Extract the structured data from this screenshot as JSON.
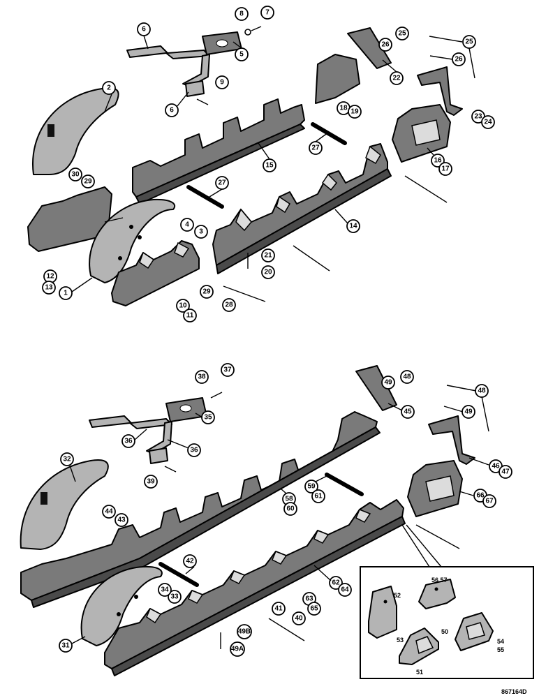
{
  "figure_id": "867164D",
  "top_callouts": [
    "1",
    "2",
    "3",
    "4",
    "5",
    "6",
    "6",
    "7",
    "8",
    "9",
    "10",
    "11",
    "12",
    "13",
    "14",
    "15",
    "16",
    "17",
    "18",
    "19",
    "20",
    "21",
    "22",
    "23",
    "24",
    "25",
    "25",
    "26",
    "26",
    "27",
    "27",
    "28",
    "29",
    "29",
    "30"
  ],
  "bottom_callouts": [
    "31",
    "32",
    "33",
    "34",
    "35",
    "36",
    "36",
    "37",
    "38",
    "39",
    "40",
    "41",
    "42",
    "43",
    "44",
    "45",
    "46",
    "47",
    "48",
    "48",
    "49",
    "49",
    "49A",
    "49B",
    "58",
    "59",
    "60",
    "61",
    "62",
    "63",
    "64",
    "65",
    "66",
    "67"
  ],
  "inset_labels": [
    "50",
    "51",
    "52",
    "53",
    "54",
    "55",
    "56 57"
  ]
}
